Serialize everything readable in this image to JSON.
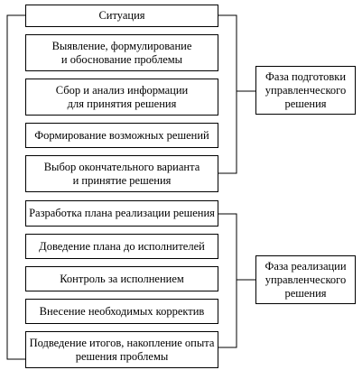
{
  "steps": [
    "Ситуация",
    "Выявление, формулирование\nи обоснование проблемы",
    "Сбор и анализ информации\nдля принятия решения",
    "Формирование возможных решений",
    "Выбор окончательного варианта\nи принятие решения",
    "Разработка плана реализации решения",
    "Доведение плана до исполнителей",
    "Контроль за исполнением",
    "Внесение необходимых корректив",
    "Подведение итогов, накопление опыта\nрешения проблемы"
  ],
  "phases": [
    "Фаза подготовки\nуправленческого\nрешения",
    "Фаза реализации\nуправленческого\nрешения"
  ]
}
